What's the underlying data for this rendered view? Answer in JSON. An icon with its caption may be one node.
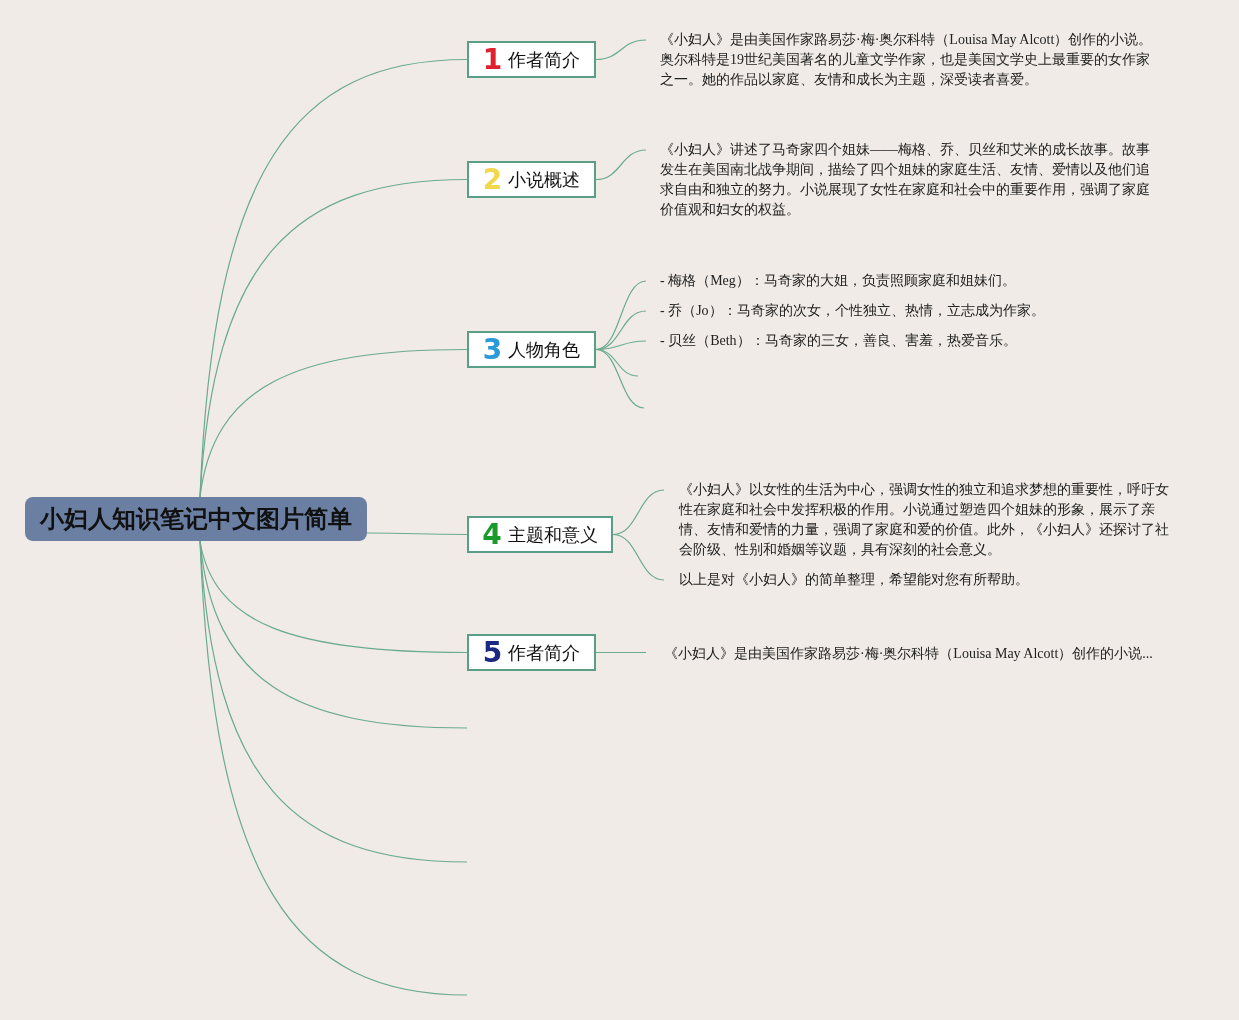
{
  "diagram": {
    "nodes": [
      {
        "text": [
          "小妇人知识笔记中文图片简单"
        ]
      },
      {
        "text": [
          "1",
          "作者简介"
        ]
      },
      {
        "text": [
          "《小妇人》是由美国作家路易莎·梅·奥尔科特（Louisa May Alcott）创作的小说。奥尔科特是19世纪美国著名的儿童文学作家，也是美国文学史上最重要的女作家之一。她的作品以家庭、友情和成长为主题，深受读者喜爱。"
        ]
      },
      {
        "text": [
          "2",
          "小说概述"
        ]
      },
      {
        "text": [
          "《小妇人》讲述了马奇家四个姐妹——梅格、乔、贝丝和艾米的成长故事。故事发生在美国南北战争期间，描绘了四个姐妹的家庭生活、友情、爱情以及他们追求自由和独立的努力。小说展现了女性在家庭和社会中的重要作用，强调了家庭价值观和妇女的权益。"
        ]
      },
      {
        "text": [
          "3",
          "人物角色"
        ]
      },
      {
        "text": [
          "- 梅格（Meg）：马奇家的大姐，负责照顾家庭和姐妹们。"
        ]
      },
      {
        "text": [
          "- 乔（Jo）：马奇家的次女，个性独立、热情，立志成为作家。"
        ]
      },
      {
        "text": [
          "- 贝丝（Beth）：马奇家的三女，善良、害羞，热爱音乐。"
        ]
      },
      {
        "text": [
          "4",
          "主题和意义"
        ]
      },
      {
        "text": [
          "《小妇人》以女性的生活为中心，强调女性的独立和追求梦想的重要性，呼吁女性在家庭和社会中发挥积极的作用。小说通过塑造四个姐妹的形象，展示了亲情、友情和爱情的力量，强调了家庭和爱的价值。此外，《小妇人》还探讨了社会阶级、性别和婚姻等议题，具有深刻的社会意义。"
        ]
      },
      {
        "text": [
          "以上是对《小妇人》的简单整理，希望能对您有所帮助。"
        ]
      },
      {
        "text": [
          "5",
          "作者简介"
        ]
      },
      {
        "text": [
          "《小妇人》是由美国作家路易莎·梅·奥尔科特（Louisa May Alcott）创作的小说..."
        ]
      }
    ],
    "edges": [
      {
        "from": 0,
        "to": 1,
        "arrow": "none"
      },
      {
        "from": 0,
        "to": 3,
        "arrow": "none"
      },
      {
        "from": 0,
        "to": 5,
        "arrow": "none"
      },
      {
        "from": 0,
        "to": 9,
        "arrow": "none"
      },
      {
        "from": 0,
        "to": 12,
        "arrow": "none"
      },
      {
        "from": 0,
        "to": null,
        "arrow": "none"
      },
      {
        "from": 0,
        "to": null,
        "arrow": "none"
      },
      {
        "from": 0,
        "to": null,
        "arrow": "none"
      },
      {
        "from": 1,
        "to": 2,
        "arrow": "none"
      },
      {
        "from": 3,
        "to": 4,
        "arrow": "none"
      },
      {
        "from": 5,
        "to": 6,
        "arrow": "none"
      },
      {
        "from": 5,
        "to": 7,
        "arrow": "none"
      },
      {
        "from": 5,
        "to": 8,
        "arrow": "none"
      },
      {
        "from": 5,
        "to": null,
        "arrow": "none"
      },
      {
        "from": 5,
        "to": null,
        "arrow": "none"
      },
      {
        "from": 9,
        "to": 10,
        "arrow": "none"
      },
      {
        "from": 9,
        "to": 11,
        "arrow": "none"
      },
      {
        "from": 12,
        "to": 13,
        "arrow": "none"
      }
    ]
  }
}
